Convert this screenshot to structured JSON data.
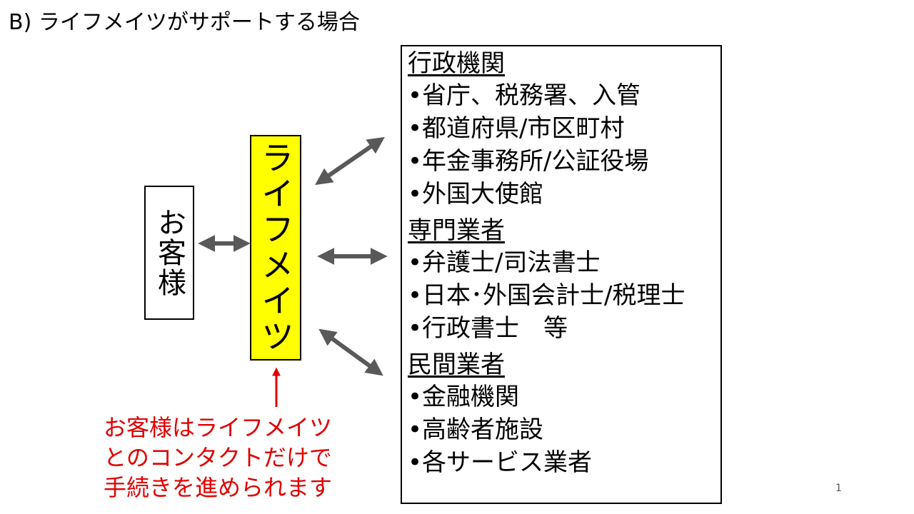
{
  "title": "B) ライフメイツがサポートする場合",
  "customer_box": {
    "label": "お客様"
  },
  "lifemate_box": {
    "label": "ライフメイツ"
  },
  "partner_groups": [
    {
      "title": "行政機関",
      "items": [
        "•省庁、税務署、入管",
        "•都道府県/市区町村",
        "•年金事務所/公証役場",
        "•外国大使館"
      ]
    },
    {
      "title": "専門業者",
      "items": [
        "•弁護士/司法書士",
        "•日本･外国会計士/税理士",
        "•行政書士　等"
      ]
    },
    {
      "title": "民間業者",
      "items": [
        "•金融機関",
        "•高齢者施設",
        "•各サービス業者"
      ]
    }
  ],
  "note": {
    "lines": [
      "お客様はライフメイツ",
      "とのコンタクトだけで",
      "手続きを進められます"
    ],
    "color": "#e00000"
  },
  "page_number": "1",
  "colors": {
    "highlight_box": "#ffff00",
    "arrow": "#595959",
    "note_arrow": "#e00000"
  }
}
